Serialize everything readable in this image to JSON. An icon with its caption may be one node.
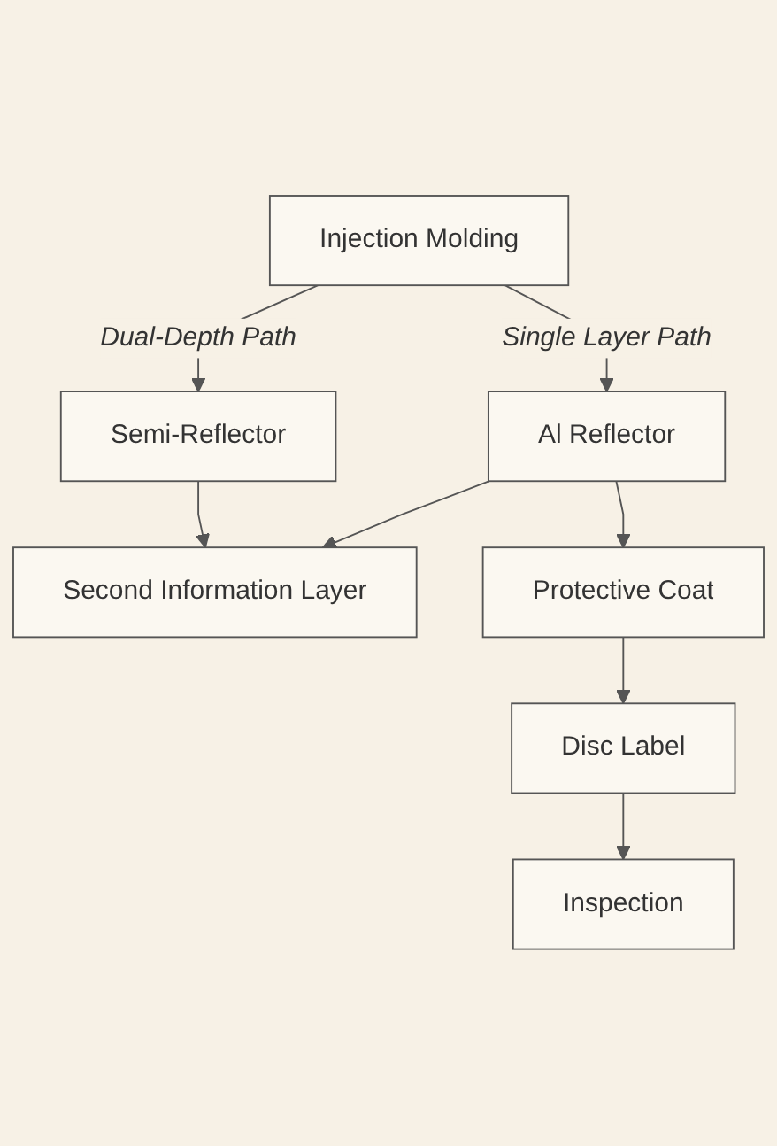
{
  "diagram": {
    "nodes": [
      {
        "text": [
          "Injection Molding"
        ]
      },
      {
        "text": [
          "Semi-Reflector"
        ]
      },
      {
        "text": [
          "Second Information Layer"
        ]
      },
      {
        "text": [
          "Al Reflector"
        ]
      },
      {
        "text": [
          "Protective Coat"
        ]
      },
      {
        "text": [
          "Disc Label"
        ]
      },
      {
        "text": [
          "Inspection"
        ]
      }
    ],
    "edges": [
      {
        "from": 0,
        "to": 1,
        "arrow": "to",
        "label": "Dual-Depth Path"
      },
      {
        "from": 0,
        "to": 3,
        "arrow": "to",
        "label": "Single Layer Path"
      },
      {
        "from": 1,
        "to": 2,
        "arrow": "to"
      },
      {
        "from": 3,
        "to": 2,
        "arrow": "to"
      },
      {
        "from": 3,
        "to": 4,
        "arrow": "to"
      },
      {
        "from": 4,
        "to": 5,
        "arrow": "to"
      },
      {
        "from": 5,
        "to": 6,
        "arrow": "to"
      }
    ]
  }
}
